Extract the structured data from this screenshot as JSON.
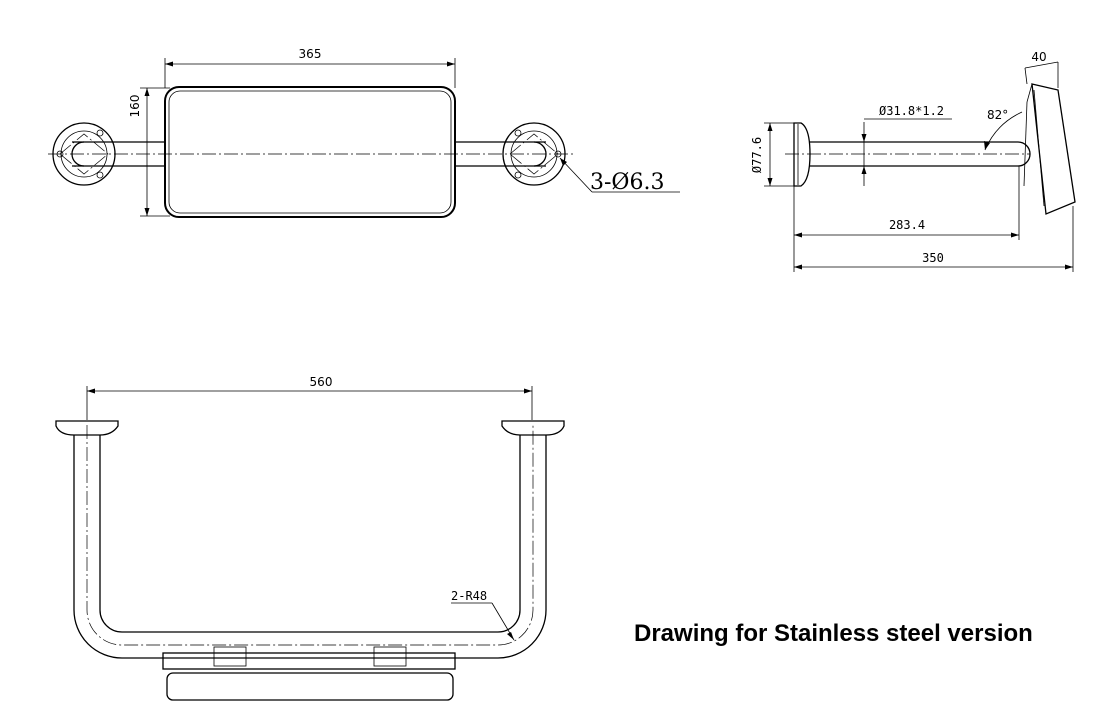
{
  "caption": "Drawing for Stainless steel version",
  "top_view": {
    "width_dim": "365",
    "height_dim": "160",
    "hole_callout": "3-Ø6.3"
  },
  "side_view": {
    "plate_dim": "40",
    "tube_dim": "Ø31.8*1.2",
    "angle_dim": "82°",
    "flange_dim": "Ø77.6",
    "reach_dim": "283.4",
    "total_dim": "350"
  },
  "front_view": {
    "span_dim": "560",
    "radius_dim": "2-R48"
  }
}
